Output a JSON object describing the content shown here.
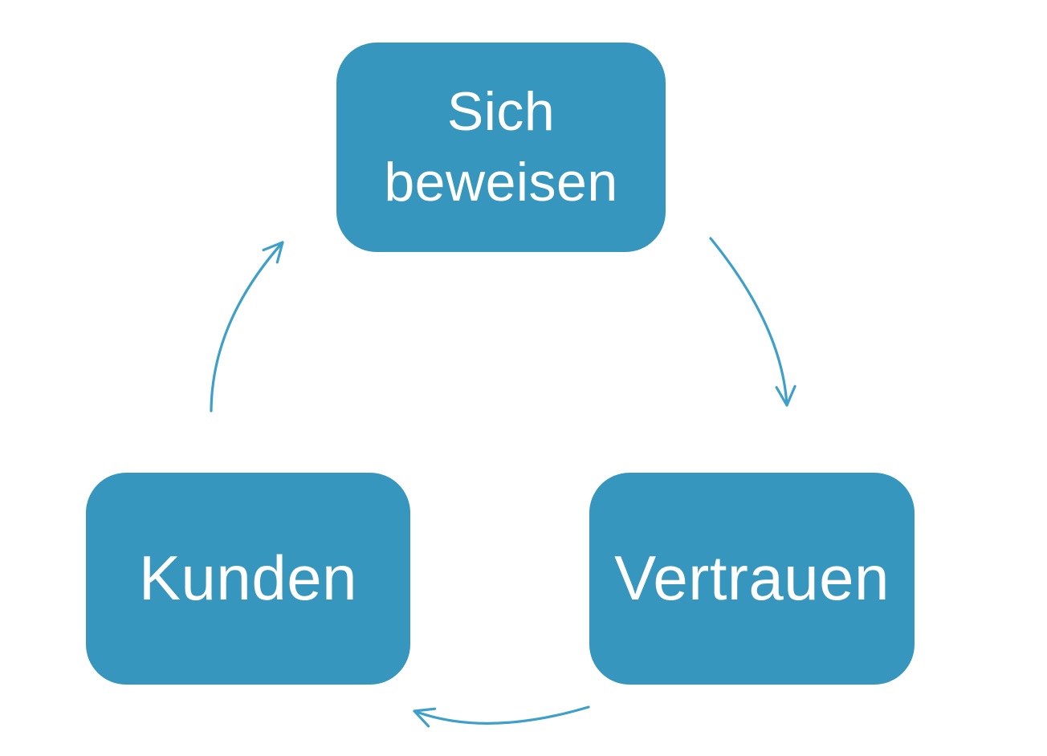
{
  "diagram": {
    "type": "cycle",
    "colors": {
      "background": "#FFFFFF",
      "node_fill": "#3696BE",
      "node_text": "#FFFFFF",
      "arrow": "#3E9FCB"
    },
    "nodes": [
      {
        "id": "sich-beweisen",
        "label": "Sich beweisen"
      },
      {
        "id": "vertrauen",
        "label": "Vertrauen"
      },
      {
        "id": "kunden",
        "label": "Kunden"
      }
    ],
    "edges": [
      {
        "from": "sich-beweisen",
        "to": "vertrauen"
      },
      {
        "from": "vertrauen",
        "to": "kunden"
      },
      {
        "from": "kunden",
        "to": "sich-beweisen"
      }
    ]
  }
}
